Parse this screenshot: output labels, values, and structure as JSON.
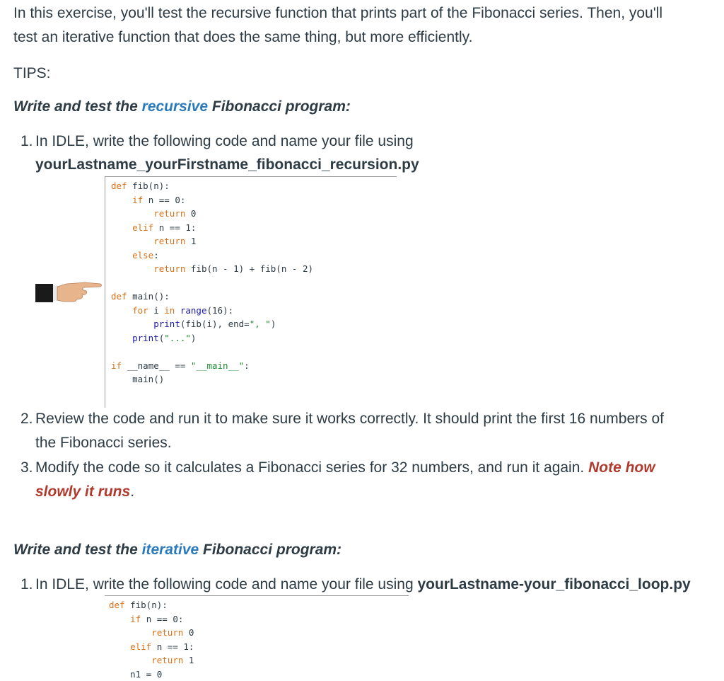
{
  "intro": {
    "line1": "In this exercise, you'll test the recursive function that prints part of the Fibonacci series. Then, you'll",
    "line2": "test an iterative function that does the same thing, but more efficiently."
  },
  "tips_label": "TIPS:",
  "section1": {
    "heading_pre": "Write and test the ",
    "heading_link": "recursive",
    "heading_post": " Fibonacci program:",
    "step1_num": "1.",
    "step1_text": "In IDLE, write the following code and name your file using",
    "step1_file": "yourLastname_yourFirstname_fibonacci_recursion.py",
    "code": [
      "def fib(n):",
      "    if n == 0:",
      "        return 0",
      "    elif n == 1:",
      "        return 1",
      "    else:",
      "        return fib(n - 1) + fib(n - 2)",
      "",
      "def main():",
      "    for i in range(16):",
      "        print(fib(i), end=\", \")",
      "    print(\"...\")",
      "",
      "if __name__ == \"__main__\":",
      "    main()"
    ],
    "step2_num": "2.",
    "step2_line1": "Review the code and run it to make sure it works correctly. It should print the first 16 numbers of",
    "step2_line2": "the Fibonacci series.",
    "step3_num": "3.",
    "step3_line1": "Modify the code so it calculates a Fibonacci series for 32 numbers, and run it again. ",
    "step3_red1": "Note how",
    "step3_red2": "slowly it runs",
    "step3_end": "."
  },
  "section2": {
    "heading_pre": "Write and test the ",
    "heading_link": "iterative",
    "heading_post": " Fibonacci program:",
    "step1_num": "1.",
    "step1_text": "In IDLE, write the following code and name your file using ",
    "step1_file": "yourLastname-your_fibonacci_loop.py",
    "code": [
      "def fib(n):",
      "    if n == 0:",
      "        return 0",
      "    elif n == 1:",
      "        return 1",
      "    n1 = 0"
    ]
  },
  "colors": {
    "text": "#2d3b45",
    "link": "#2b7abc",
    "emphasis": "#b03a2e"
  },
  "icons": {
    "pointer": "pointing-hand-icon"
  }
}
